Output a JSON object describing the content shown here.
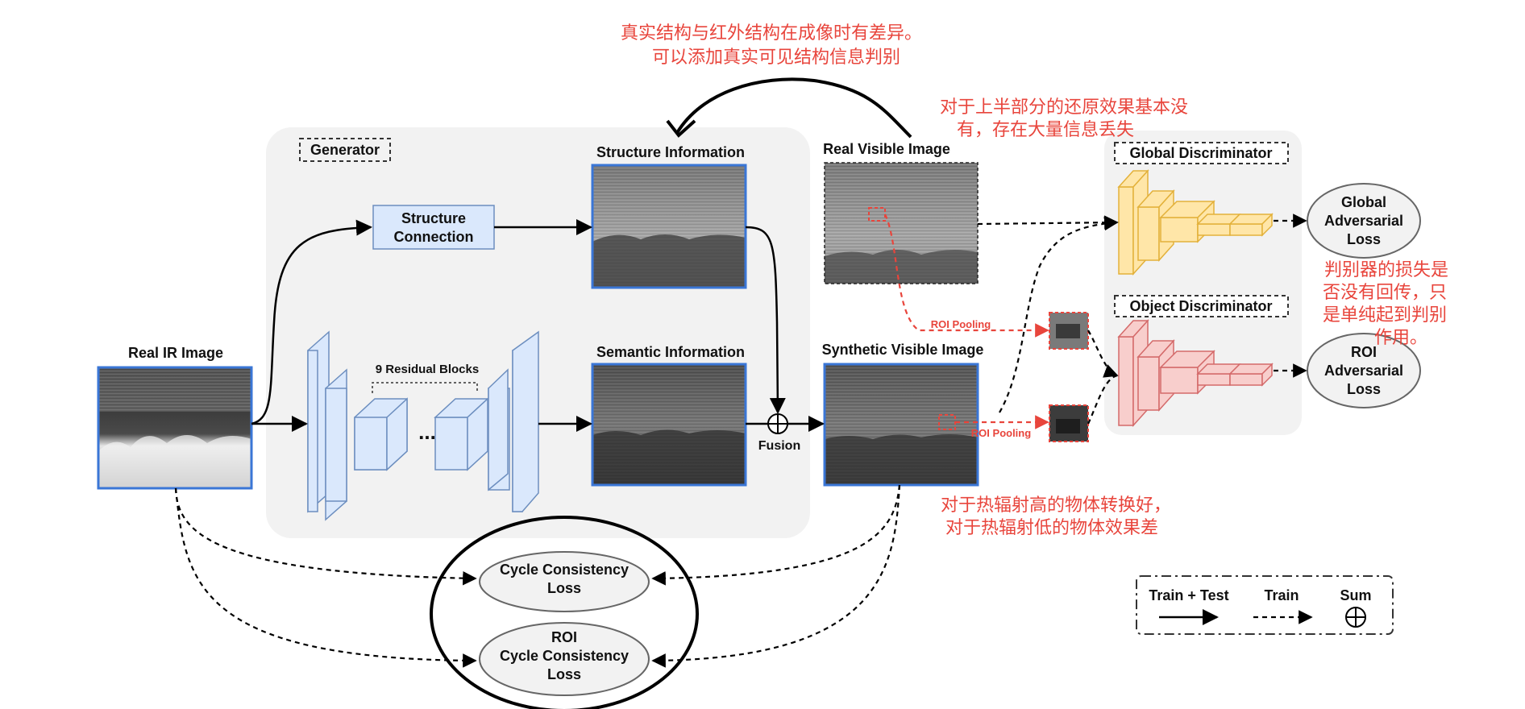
{
  "generator": {
    "label": "Generator"
  },
  "images": {
    "real_ir": "Real IR Image",
    "structure_info": "Structure Information",
    "semantic_info": "Semantic Information",
    "real_visible": "Real Visible Image",
    "synthetic_visible": "Synthetic Visible Image"
  },
  "blocks": {
    "structure_connection": [
      "Structure",
      "Connection"
    ],
    "residual_blocks": "9 Residual Blocks",
    "ellipsis": "...",
    "fusion": "Fusion",
    "roi_pooling_top": "ROI Pooling",
    "roi_pooling_bottom": "ROI Pooling"
  },
  "discriminators": {
    "global": "Global Discriminator",
    "object": "Object Discriminator"
  },
  "losses": {
    "global_adv": [
      "Global",
      "Adversarial",
      "Loss"
    ],
    "roi_adv": [
      "ROI",
      "Adversarial",
      "Loss"
    ],
    "cycle": [
      "Cycle Consistency",
      "Loss"
    ],
    "roi_cycle": [
      "ROI",
      "Cycle Consistency",
      "Loss"
    ]
  },
  "legend": {
    "train_test": "Train + Test",
    "train": "Train",
    "sum": "Sum"
  },
  "annotations": {
    "top": [
      "真实结构与红外结构在成像时有差异。",
      "可以添加真实可见结构信息判别"
    ],
    "upper_right": [
      "对于上半部分的还原效果基本没",
      "有，存在大量信息丢失"
    ],
    "right": [
      "判别器的损失是",
      "否没有回传，只",
      "是单纯起到判别",
      "作用。"
    ],
    "bottom": [
      "对于热辐射高的物体转换好，",
      "对于热辐射低的物体效果差"
    ]
  },
  "colors": {
    "annotation_red": "#e8453c",
    "blue_block_fill": "#dae8fc",
    "blue_block_stroke": "#6c8ebf",
    "image_border": "#3a76d6",
    "global_disc_fill": "#ffe6a8",
    "global_disc_stroke": "#e3b13a",
    "object_disc_fill": "#f8cecc",
    "object_disc_stroke": "#d46a6a",
    "panel_gray": "#f2f2f2"
  }
}
